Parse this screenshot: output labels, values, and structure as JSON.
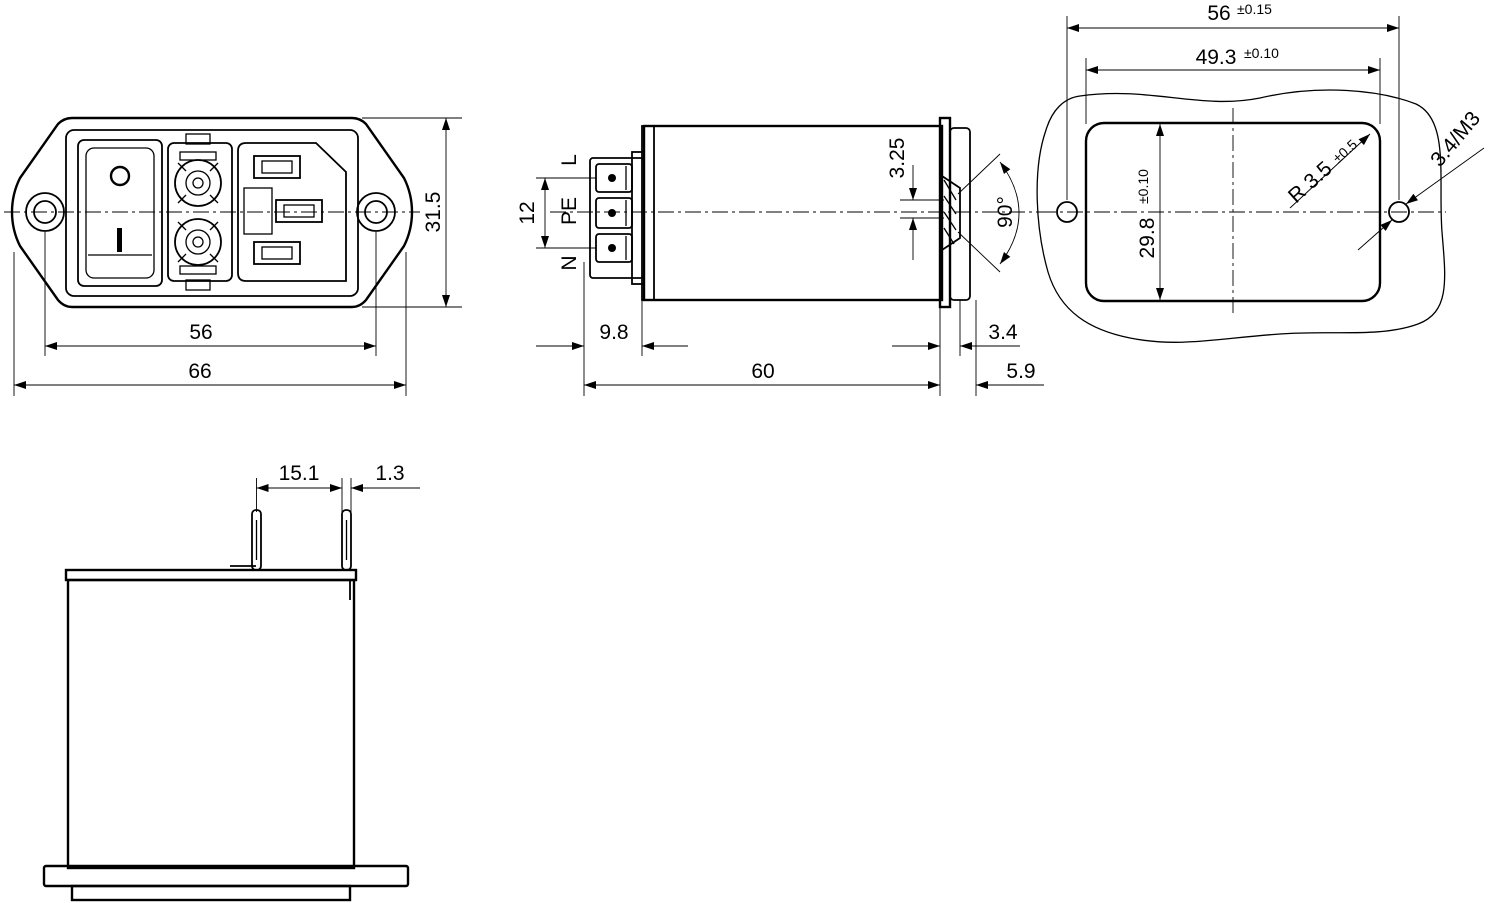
{
  "front_view": {
    "dim_width_holes": "56",
    "dim_width_total": "66",
    "dim_height": "31.5"
  },
  "side_view": {
    "terminal_labels": [
      "L",
      "PE",
      "N"
    ],
    "dim_terminal_pitch": "12",
    "dim_flange_gap": "3.25",
    "dim_angle": "90°",
    "dim_terminal_length": "9.8",
    "dim_body_length": "60",
    "dim_flange": "3.4",
    "dim_front_depth": "5.9"
  },
  "cutout_view": {
    "dim_width": "56",
    "dim_width_tol": "±0.15",
    "dim_inner_width": "49.3",
    "dim_inner_width_tol": "±0.10",
    "dim_height": "29.8",
    "dim_height_tol": "±0.10",
    "dim_radius": "R 3.5",
    "dim_radius_tol": "±0.5",
    "dim_hole": "3.4/M3"
  },
  "bottom_view": {
    "dim_tab_spacing": "15.1",
    "dim_tab_thickness": "1.3"
  }
}
